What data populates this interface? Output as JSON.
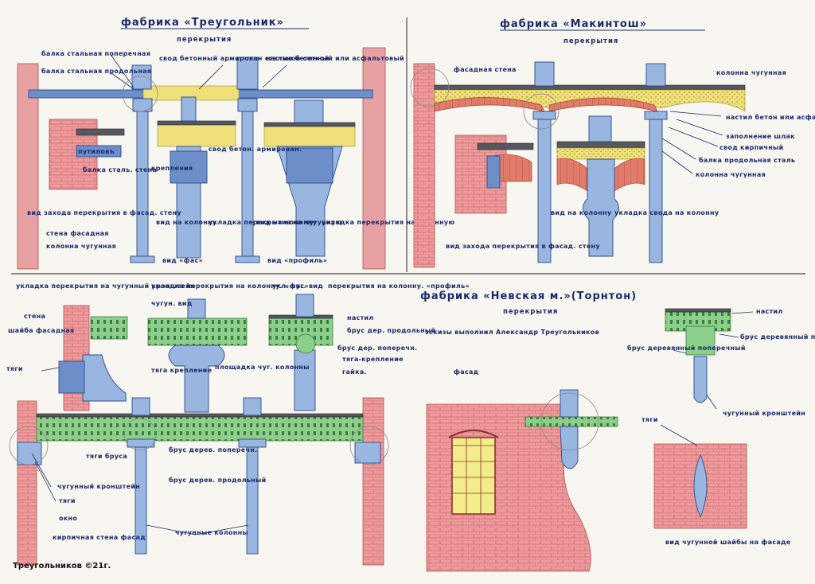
{
  "panel1": {
    "title": "фабрика «Треугольник»",
    "subtitle": "перекрытия",
    "labels": {
      "beam_transverse": "балка стальная поперечная",
      "beam_longitudinal": "балка стальная продольная",
      "vault": "свод бетонный армирован стальной сеткой",
      "decking": "настил бетонный или асфальтовый",
      "putilov": "путиловъ",
      "beam_wall": "балка сталь. стена",
      "fastening": "крепления",
      "vault_concrete": "свод бетон. армирован.",
      "view_wall": "вид захода перекрытия в фасад. стену",
      "facade_wall": "стена фасадная",
      "cast_column": "колонна чугунная",
      "view_column": "вид на колонну",
      "laying": "укладка перекрытия на чугунную",
      "view_fas": "вид «фас»",
      "view_column2": "вид на колонну",
      "laying2": "укладка перекрытия на чугунную",
      "view_profile": "вид «профиль»"
    }
  },
  "panel2": {
    "title": "фабрика «Макинтош»",
    "subtitle": "перекрытия",
    "labels": {
      "facade_wall": "фасадная стена",
      "cast_column_top": "колонна чугунная",
      "decking": "настил бетон или асфальт",
      "fill": "заполнение шлак",
      "brick_vault": "свод кирпичный",
      "beam": "балка продольная сталь",
      "cast_column": "колонна чугунная",
      "view_wall": "вид захода перекрытия в фасад. стену",
      "view_column": "вид на колонну",
      "laying": "укладка свода на колонну"
    }
  },
  "panel3": {
    "labels": {
      "laying_bracket": "укладка перекрытия на чугунный кронштейн",
      "laying_fas": "укладка перекрытия на колонну. «фас»",
      "cast_view": "чугун. вид",
      "laying_profile_a": "укл. чуг. вид",
      "laying_profile_b": "перекрытия на колонну. «профиль»",
      "wall": "стена",
      "washer": "шайба фасадная",
      "rods": "тяги",
      "rod_fastening": "тяга крепление",
      "column_platform": "площадка чуг. колонны",
      "decking": "настил",
      "beam_wood_long": "брус дер. продольный",
      "beam_wood_cross": "брус дер. поперечн.",
      "rod_fastening2": "тяга-крепление",
      "nut": "гайка.",
      "rods_beam": "тяги бруса",
      "beam_cross": "брус дерев. поперечн.",
      "beam_long": "брус дерев. продольный",
      "cast_bracket": "чугунный кронштейн",
      "rods2": "тяги",
      "window": "окно",
      "brick_wall": "кирпичная стена фасад",
      "cast_columns": "чугунные колонны"
    }
  },
  "panel4": {
    "title": "фабрика «Невская м.»(Торнтон)",
    "subtitle": "перекрытия",
    "sketches": "эскизы выполнил Александр Треугольников",
    "facade": "фасад",
    "labels": {
      "decking": "настил",
      "beam_cross": "брус деревянный поперечный",
      "beam_long": "брус деревянный продольный",
      "rods": "тяги",
      "cast_bracket": "чугунный кронштейн",
      "washer_view": "вид чугунной шайбы на фасаде"
    }
  },
  "signature": "Треугольников ©21г.",
  "colors": {
    "ink": "#1b2a6b",
    "brick": "#e8a1a3",
    "cast_iron": "#98b6e0",
    "concrete": "#efe07a",
    "wood": "#8ccf8a",
    "steel": "#55585e"
  }
}
